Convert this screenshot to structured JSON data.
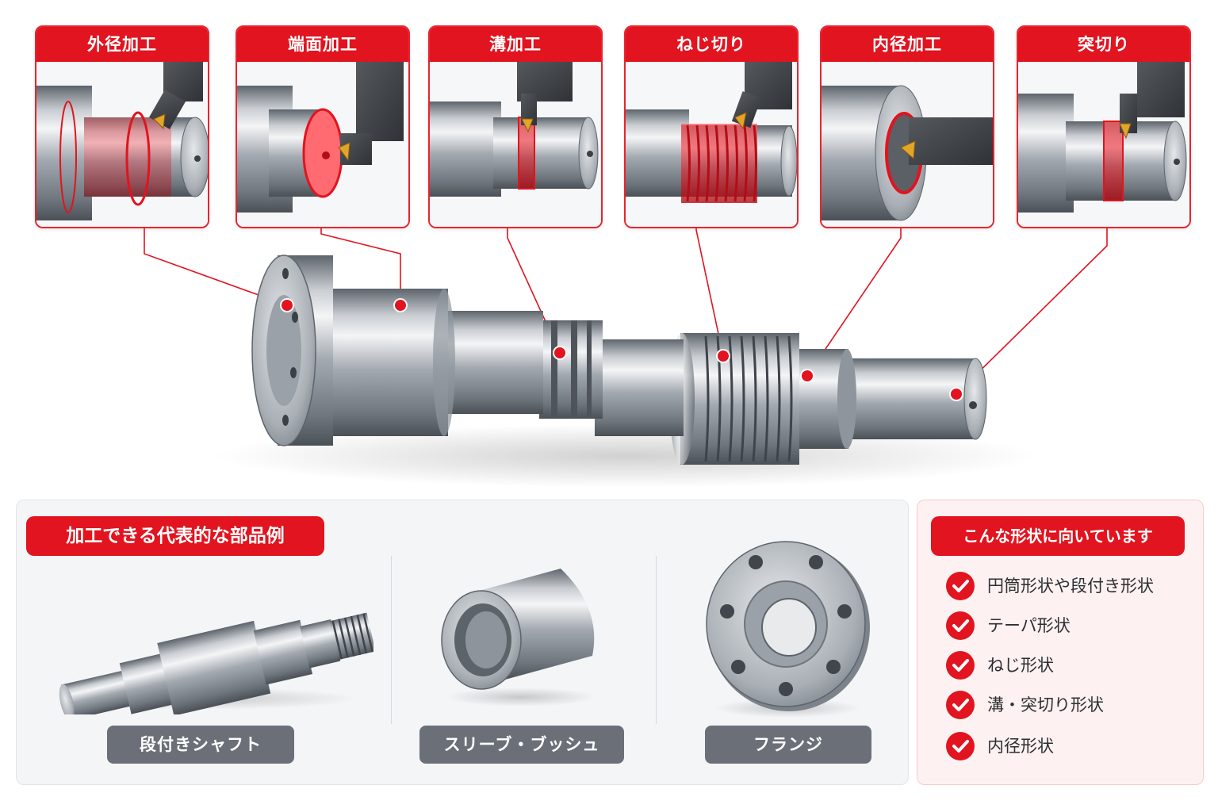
{
  "process_cards": [
    {
      "title": "外径加工"
    },
    {
      "title": "端面加工"
    },
    {
      "title": "溝加工"
    },
    {
      "title": "ねじ切り"
    },
    {
      "title": "内径加工"
    },
    {
      "title": "突切り"
    }
  ],
  "parts_section": {
    "heading": "加工できる代表的な部品例",
    "items": [
      {
        "label": "段付きシャフト"
      },
      {
        "label": "スリーブ・ブッシュ"
      },
      {
        "label": "フランジ"
      }
    ]
  },
  "shapes_section": {
    "heading": "こんな形状に向いています",
    "items": [
      "円筒形状や段付き形状",
      "テーパ形状",
      "ねじ形状",
      "溝・突切り形状",
      "内径形状"
    ]
  },
  "colors": {
    "accent": "#e1141f",
    "steel": "#9aa1a8",
    "label_grey": "#6b7078"
  }
}
